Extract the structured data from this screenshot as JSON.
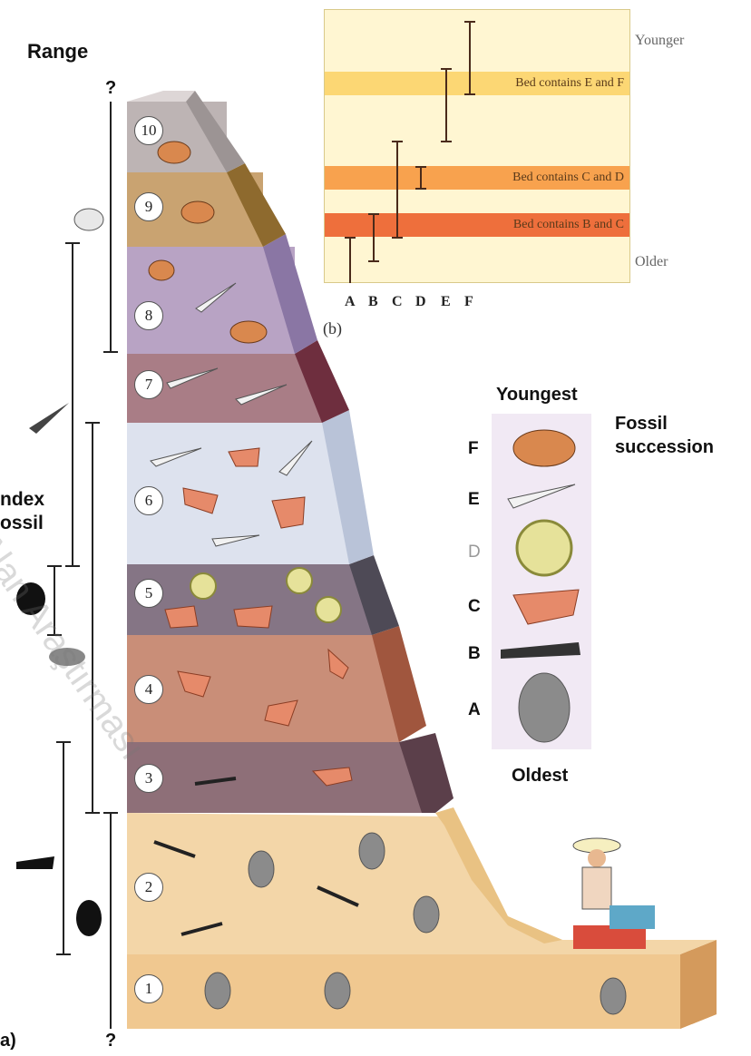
{
  "range_title": "Range",
  "index_fossil_label": [
    "ndex",
    "ossil"
  ],
  "question_top": "?",
  "question_bottom": "?",
  "panel_a_label": "a)",
  "panel_b_label": "(b)",
  "watermark": "Alan Araştırması",
  "inset": {
    "younger": "Younger",
    "older": "Older",
    "beds": [
      {
        "label": "Bed contains E and F",
        "color": "#fcd774"
      },
      {
        "label": "Bed contains C and D",
        "color": "#f8a24e"
      },
      {
        "label": "Bed contains B and C",
        "color": "#ee6f3c"
      }
    ],
    "columns": [
      "A",
      "B",
      "C",
      "D",
      "E",
      "F"
    ]
  },
  "legend": {
    "top": "Youngest",
    "bottom": "Oldest",
    "title_line1": "Fossil",
    "title_line2": "succession",
    "entries": [
      {
        "letter": "F",
        "icon": "clam-icon"
      },
      {
        "letter": "E",
        "icon": "snail-shell-icon"
      },
      {
        "letter": "D",
        "icon": "ammonite-icon"
      },
      {
        "letter": "C",
        "icon": "brachiopod-icon"
      },
      {
        "letter": "B",
        "icon": "graptolite-icon"
      },
      {
        "letter": "A",
        "icon": "trilobite-icon"
      }
    ]
  },
  "beds": [
    "1",
    "2",
    "3",
    "4",
    "5",
    "6",
    "7",
    "8",
    "9",
    "10"
  ],
  "colors": {
    "bed1": "#f0c890",
    "bed2": "#f3d6a8",
    "bed3": "#8e6f78",
    "bed4": "#c98e78",
    "bed5": "#857585",
    "bed6": "#dde2ee",
    "bed7": "#a97d86",
    "bed8": "#b8a3c4",
    "bed9": "#c9a371",
    "bed10": "#bdb4b4"
  }
}
